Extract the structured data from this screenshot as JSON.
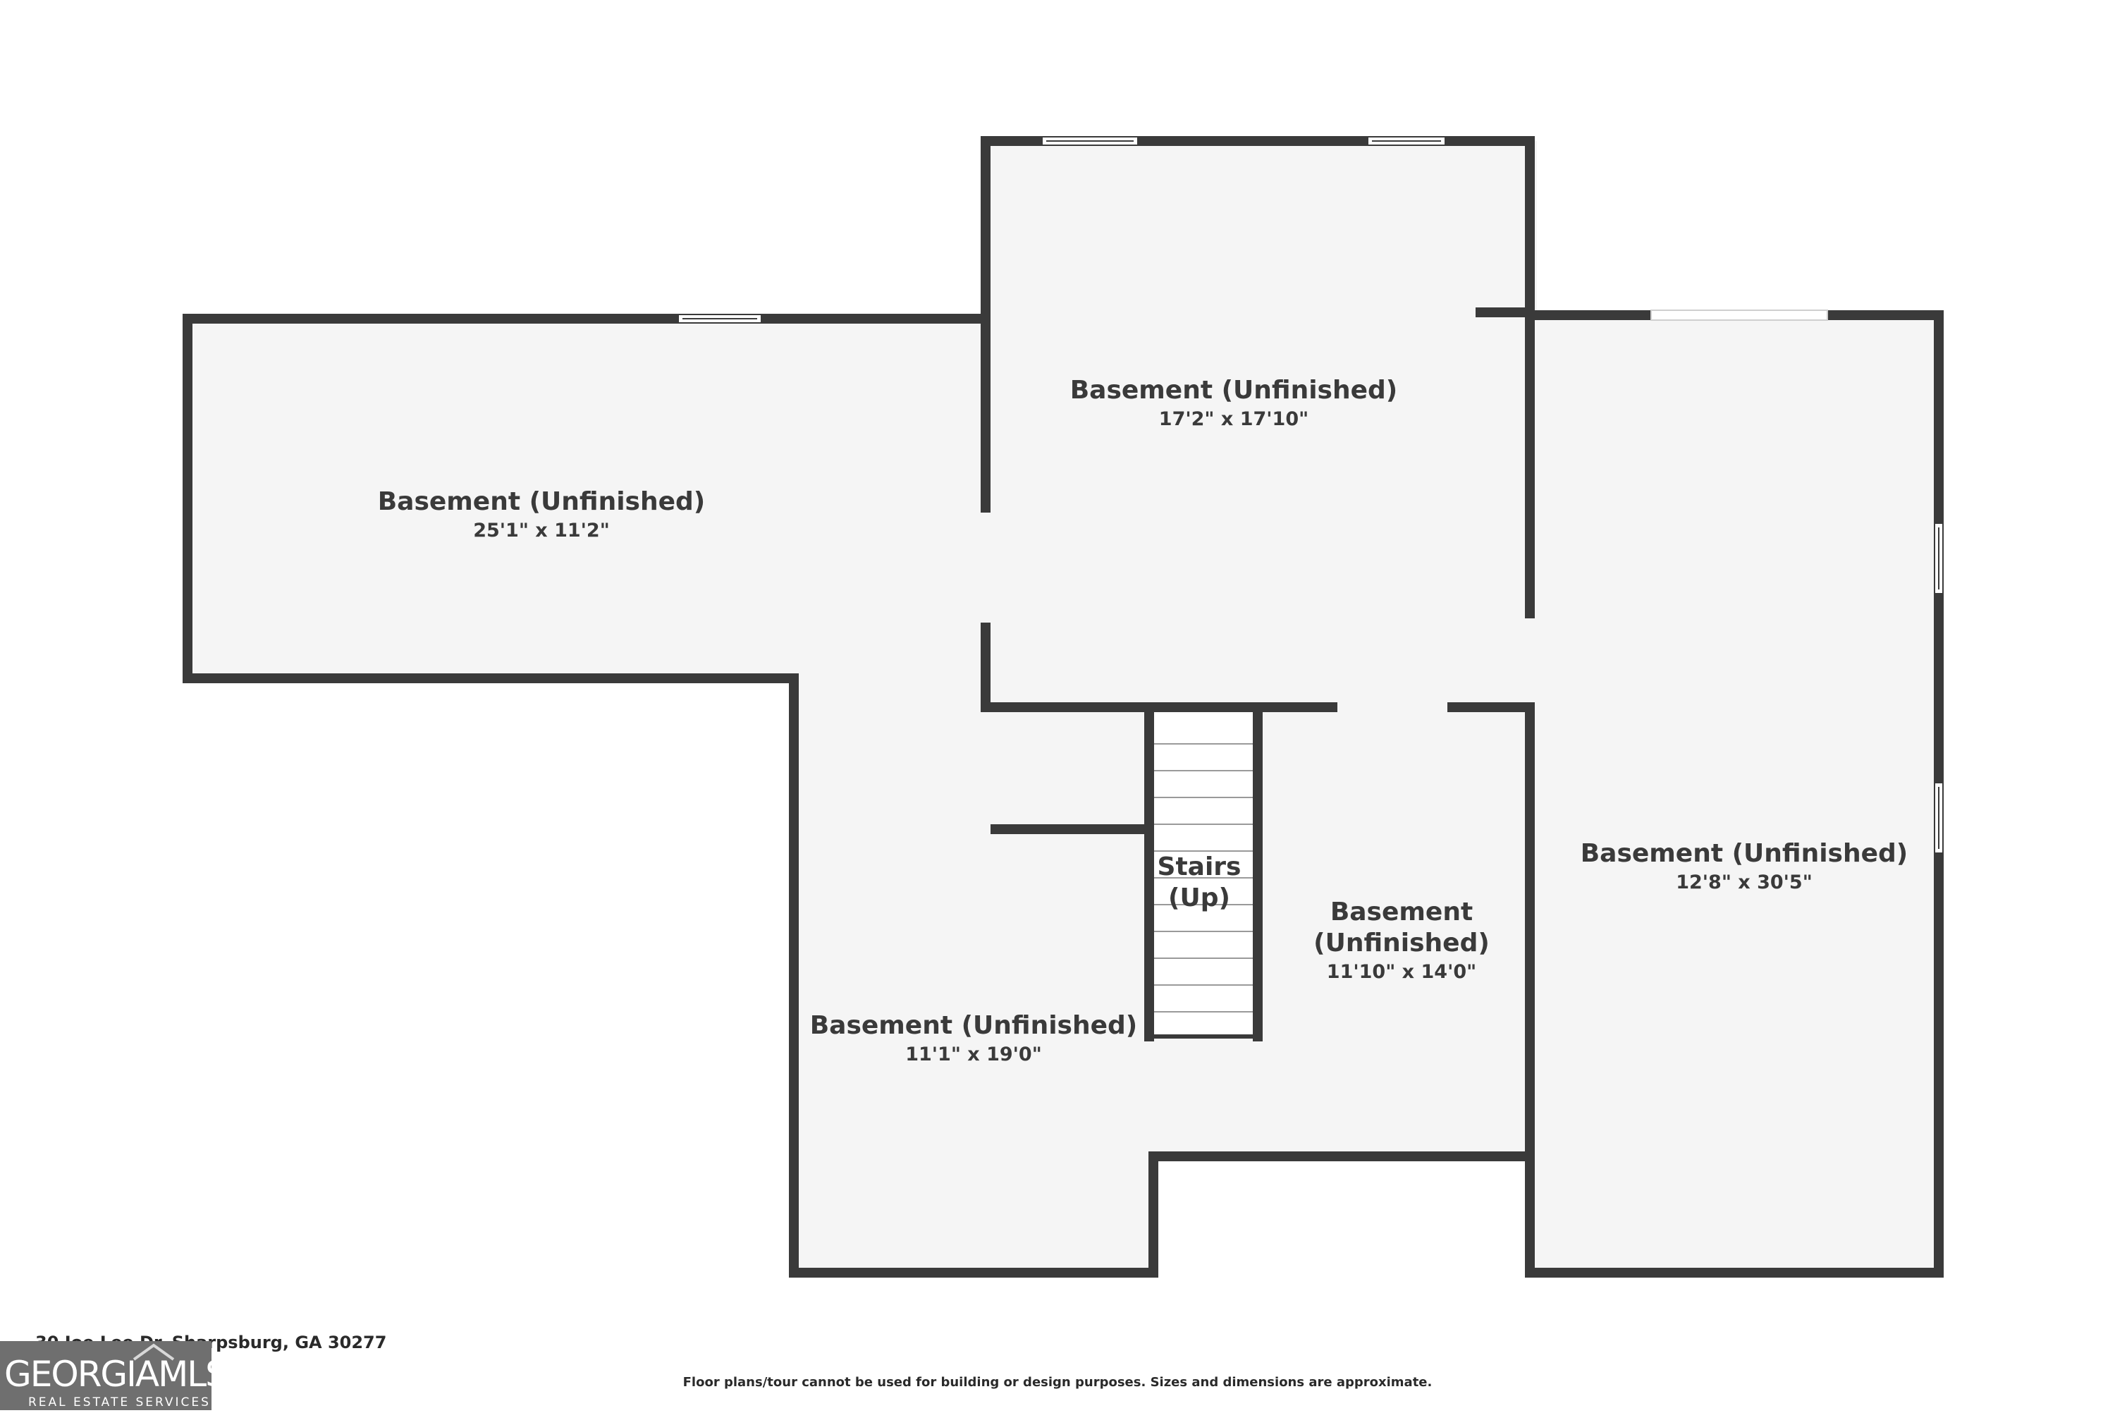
{
  "rooms": [
    {
      "name": "Basement (Unfinished)",
      "dimensions": "25'1\" x 11'2\""
    },
    {
      "name": "Basement (Unfinished)",
      "dimensions": "17'2\" x 17'10\""
    },
    {
      "name": "Basement (Unfinished)",
      "dimensions": "12'8\" x 30'5\""
    },
    {
      "name_line1": "Basement",
      "name_line2": "(Unfinished)",
      "dimensions": "11'10\" x 14'0\""
    },
    {
      "name": "Basement (Unfinished)",
      "dimensions": "11'1\" x 19'0\""
    }
  ],
  "stairs": {
    "line1": "Stairs",
    "line2": "(Up)"
  },
  "address": "30 Joe Lee Dr, Sharpsburg, GA 30277",
  "disclaimer": "Floor plans/tour cannot be used for building or design purposes. Sizes and dimensions are approximate.",
  "logo": {
    "main": "GEORGIAMLS",
    "sub": "REAL ESTATE SERVICES"
  },
  "colors": {
    "wall": "#3a3a3a",
    "floor": "#f5f5f5",
    "logo_bg": "#6f6f6f"
  }
}
